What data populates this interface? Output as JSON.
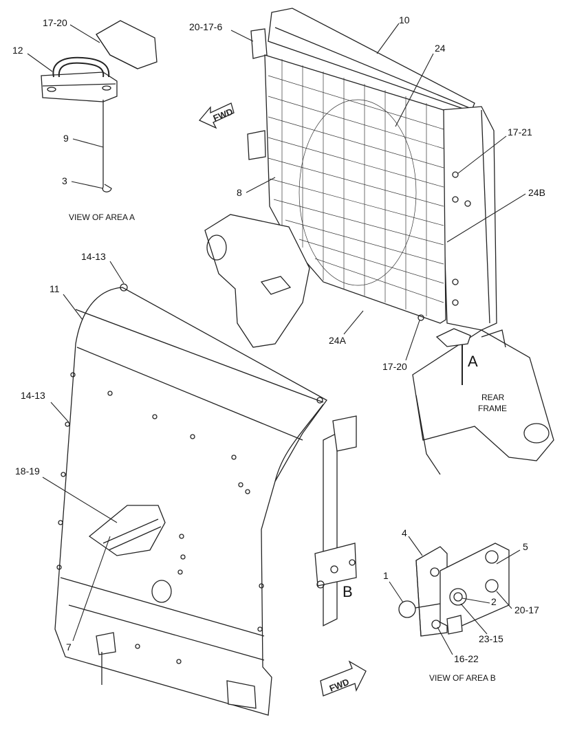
{
  "callouts": {
    "c10": "10",
    "c24": "24",
    "c20_17_6": "20-17-6",
    "c17_20_top": "17-20",
    "c12": "12",
    "c9": "9",
    "c3": "3",
    "c8": "8",
    "c17_21": "17-21",
    "c24B": "24B",
    "c14_13_top": "14-13",
    "c11": "11",
    "c24A": "24A",
    "c17_20_bottom": "17-20",
    "c14_13_left": "14-13",
    "c18_19": "18-19",
    "c7": "7",
    "c4": "4",
    "c5": "5",
    "c1": "1",
    "c2": "2",
    "c20_17": "20-17",
    "c23_15": "23-15",
    "c16_22": "16-22"
  },
  "area_labels": {
    "view_a": "VIEW OF AREA A",
    "view_b": "VIEW OF AREA B",
    "mark_a": "A",
    "mark_b": "B",
    "rear_frame_line1": "REAR",
    "rear_frame_line2": "FRAME"
  },
  "arrows": {
    "fwd_top": "FWD",
    "fwd_bottom": "FWD"
  }
}
